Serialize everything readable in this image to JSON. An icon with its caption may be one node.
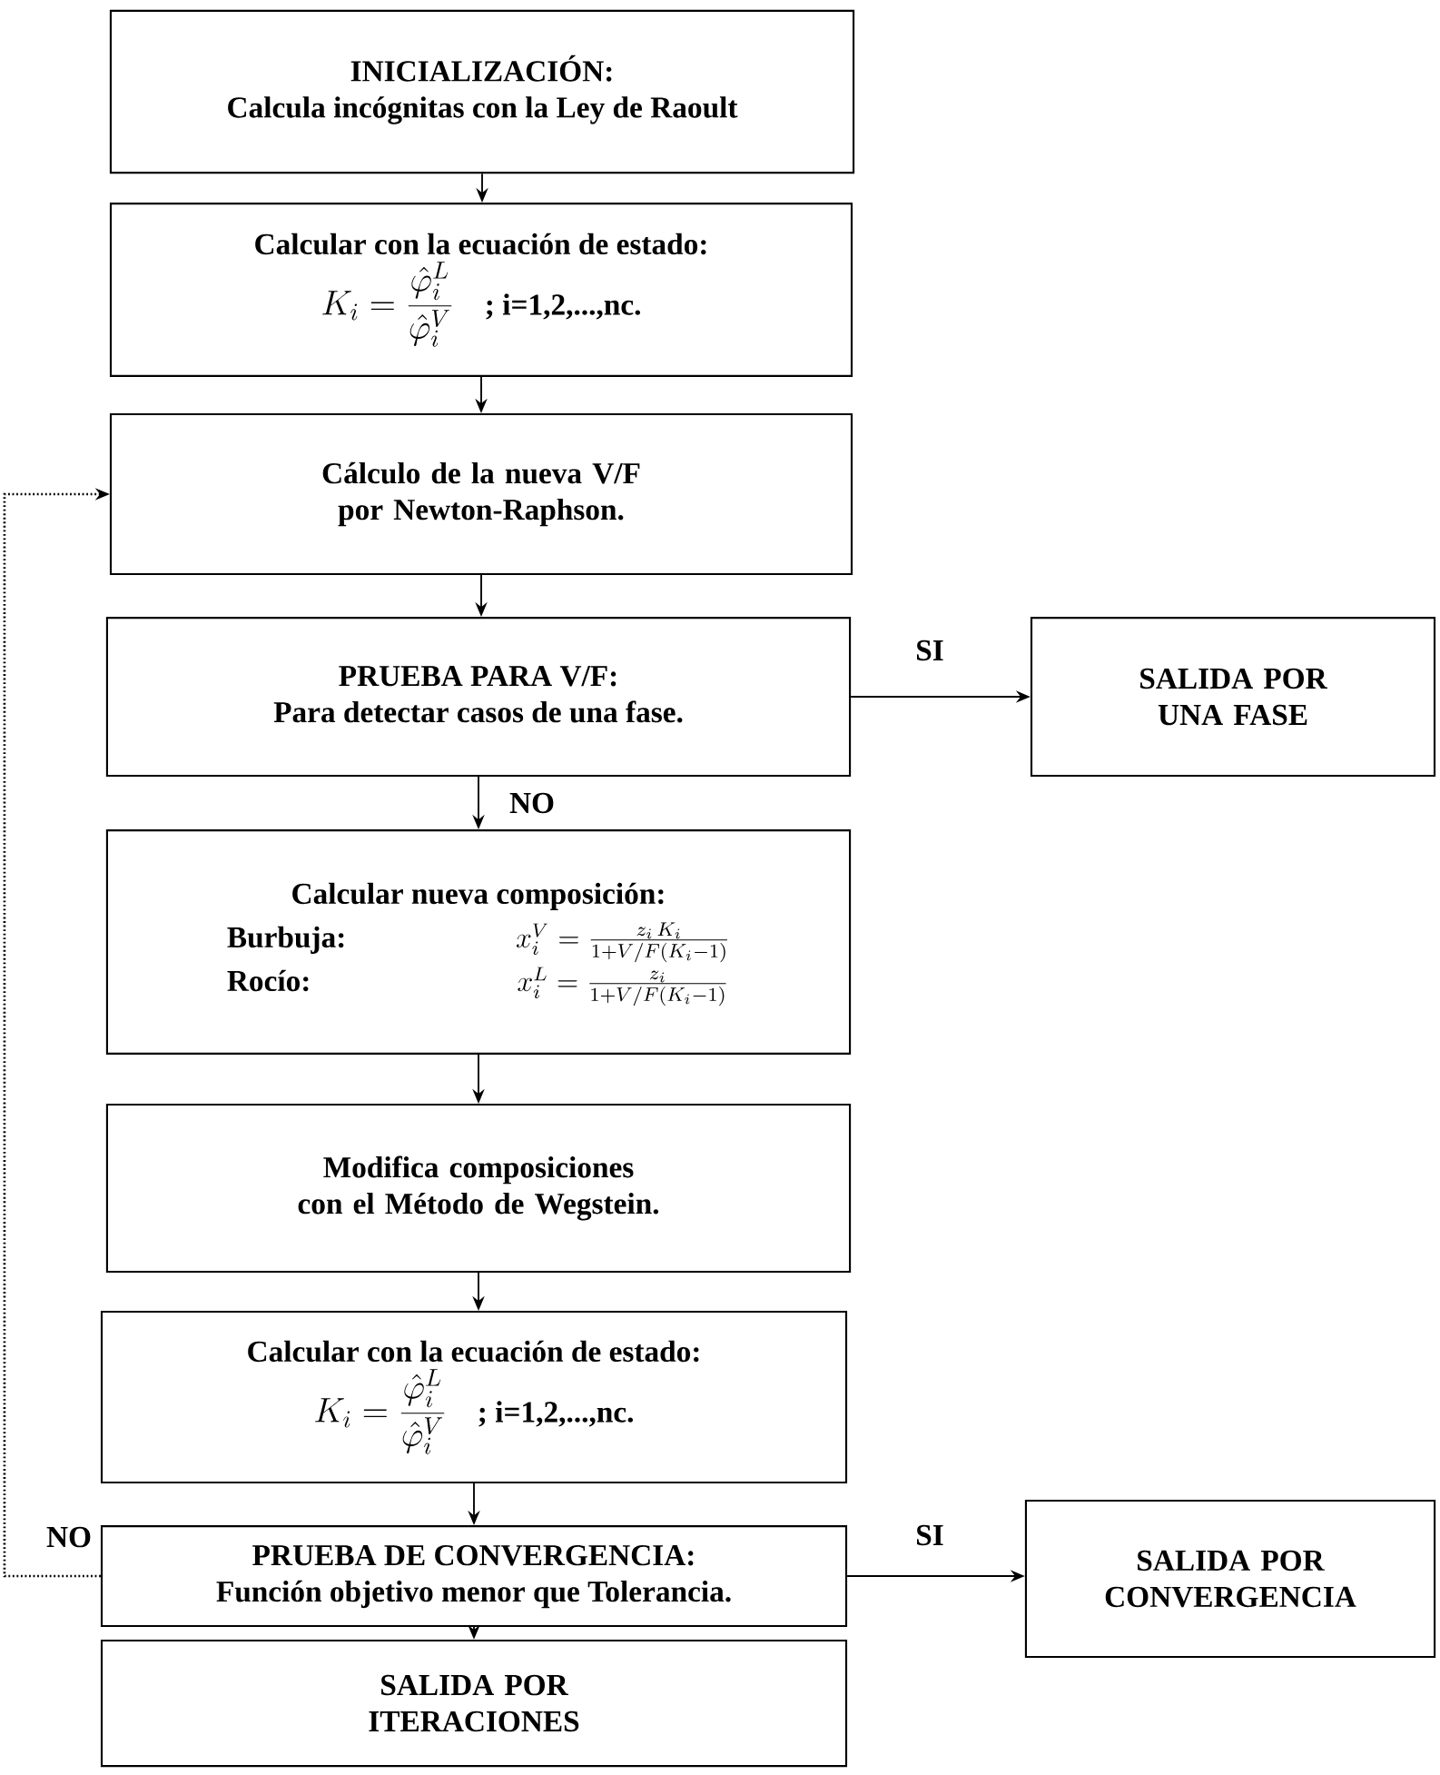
{
  "diagram": {
    "nodes": [
      {
        "text": [
          "INICIALIZACIÓN:",
          "Calcula incógnitas con la Ley de Raoult"
        ]
      },
      {
        "text": [
          "Calcular con la ecuación de estado:",
          "K_i = \\frac{\\hat{\\varphi}_i^{L}}{\\hat{\\varphi}_i^{V}}",
          "; i=1,2,...,nc."
        ]
      },
      {
        "text": [
          "Cálculo de la nueva V/F por Newton-Raphson."
        ]
      },
      {
        "text": [
          "PRUEBA PARA V/F:",
          "Para detectar casos de una fase."
        ]
      },
      {
        "text": [
          "SALIDA POR UNA FASE"
        ]
      },
      {
        "text": [
          "Calcular nueva composición:",
          "Burbuja:",
          "x_i^{V} = \\frac{z_i\\,K_i}{1+V/F\\left(K_i-1\\right)}",
          "Rocío:",
          "x_i^{L} = \\frac{z_i}{1+V/F\\left(K_i-1\\right)}"
        ]
      },
      {
        "text": [
          "Modifica composiciones con el Método de Wegstein."
        ]
      },
      {
        "text": [
          "Calcular con la ecuación de estado:",
          "K_i = \\frac{\\hat{\\varphi}_i^{L}}{\\hat{\\varphi}_i^{V}}",
          "; i=1,2,...,nc."
        ]
      },
      {
        "text": [
          "PRUEBA DE CONVERGENCIA:",
          "Función objetivo menor que Tolerancia."
        ]
      },
      {
        "text": [
          "SALIDA POR CONVERGENCIA"
        ]
      },
      {
        "text": [
          "SALIDA POR ITERACIONES"
        ]
      }
    ],
    "edges": [
      {
        "from": 0,
        "to": 1,
        "arrow": "to"
      },
      {
        "from": 1,
        "to": 2,
        "arrow": "to"
      },
      {
        "from": 2,
        "to": 3,
        "arrow": "to"
      },
      {
        "from": 3,
        "to": 4,
        "arrow": "to",
        "label": "SI"
      },
      {
        "from": 3,
        "to": 5,
        "arrow": "to",
        "label": "NO"
      },
      {
        "from": 5,
        "to": 6,
        "arrow": "to"
      },
      {
        "from": 6,
        "to": 7,
        "arrow": "to"
      },
      {
        "from": 7,
        "to": 8,
        "arrow": "to"
      },
      {
        "from": 8,
        "to": 9,
        "arrow": "to",
        "label": "SI"
      },
      {
        "from": 8,
        "to": 2,
        "arrow": "to",
        "label": "NO",
        "style": "dashed"
      },
      {
        "from": 8,
        "to": 10,
        "arrow": "to"
      }
    ]
  }
}
